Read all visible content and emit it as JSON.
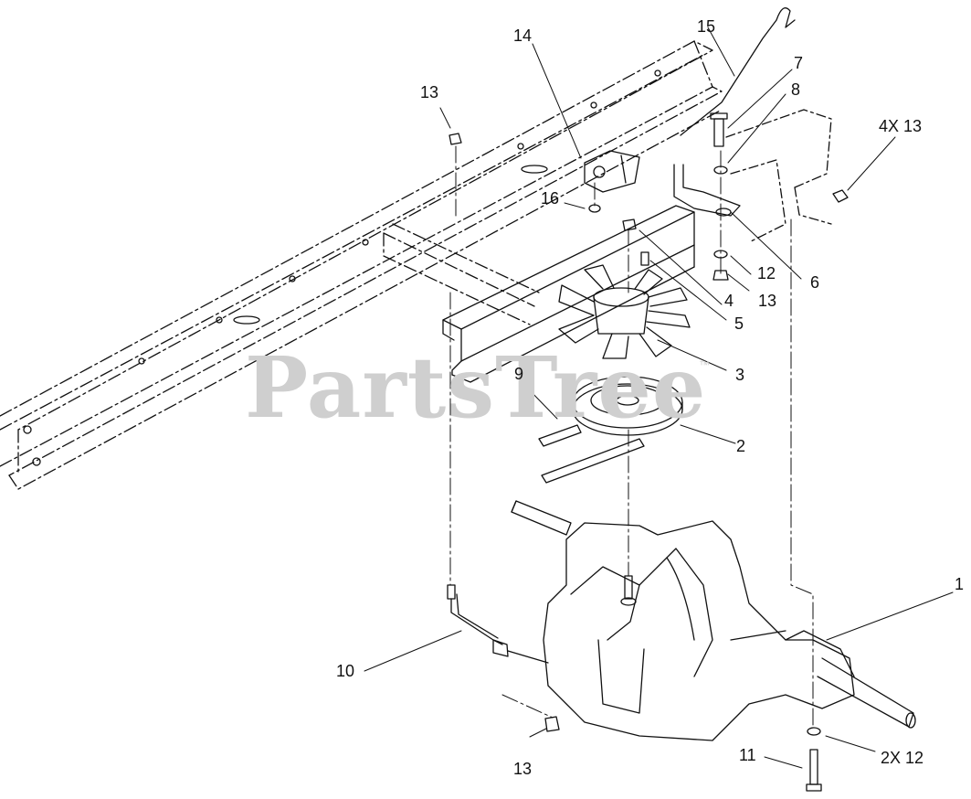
{
  "watermark": {
    "text": "PartsTree",
    "trademark": "™"
  },
  "callouts": {
    "c1": "1",
    "c2": "2",
    "c3": "3",
    "c4": "4",
    "c5": "5",
    "c6": "6",
    "c7": "7",
    "c8": "8",
    "c9": "9",
    "c10": "10",
    "c11": "11",
    "c12": "12",
    "c12x2": "2X 12",
    "c13_top": "13",
    "c13_mid": "13",
    "c13_bottom": "13",
    "c13x4": "4X 13",
    "c14": "14",
    "c15": "15",
    "c16": "16"
  }
}
